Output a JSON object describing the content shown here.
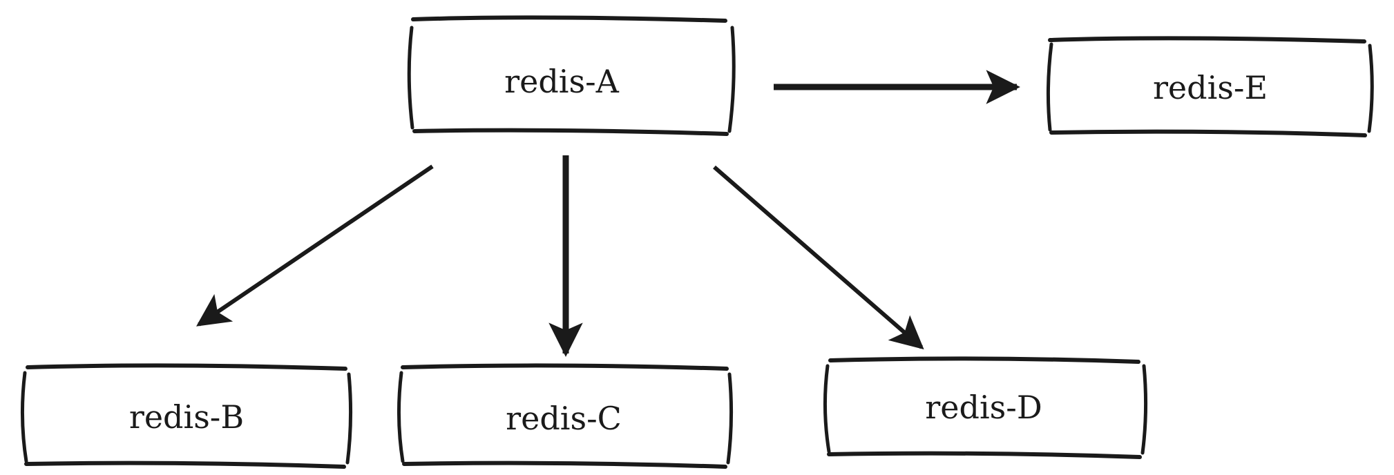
{
  "diagram": {
    "nodes": [
      {
        "id": "A",
        "label": "redis-A"
      },
      {
        "id": "B",
        "label": "redis-B"
      },
      {
        "id": "C",
        "label": "redis-C"
      },
      {
        "id": "D",
        "label": "redis-D"
      },
      {
        "id": "E",
        "label": "redis-E"
      }
    ],
    "edges": [
      {
        "from": "A",
        "to": "E"
      },
      {
        "from": "A",
        "to": "B"
      },
      {
        "from": "A",
        "to": "C"
      },
      {
        "from": "A",
        "to": "D"
      }
    ],
    "colors": {
      "ink": "#1a1a1a",
      "background": "#ffffff"
    }
  }
}
